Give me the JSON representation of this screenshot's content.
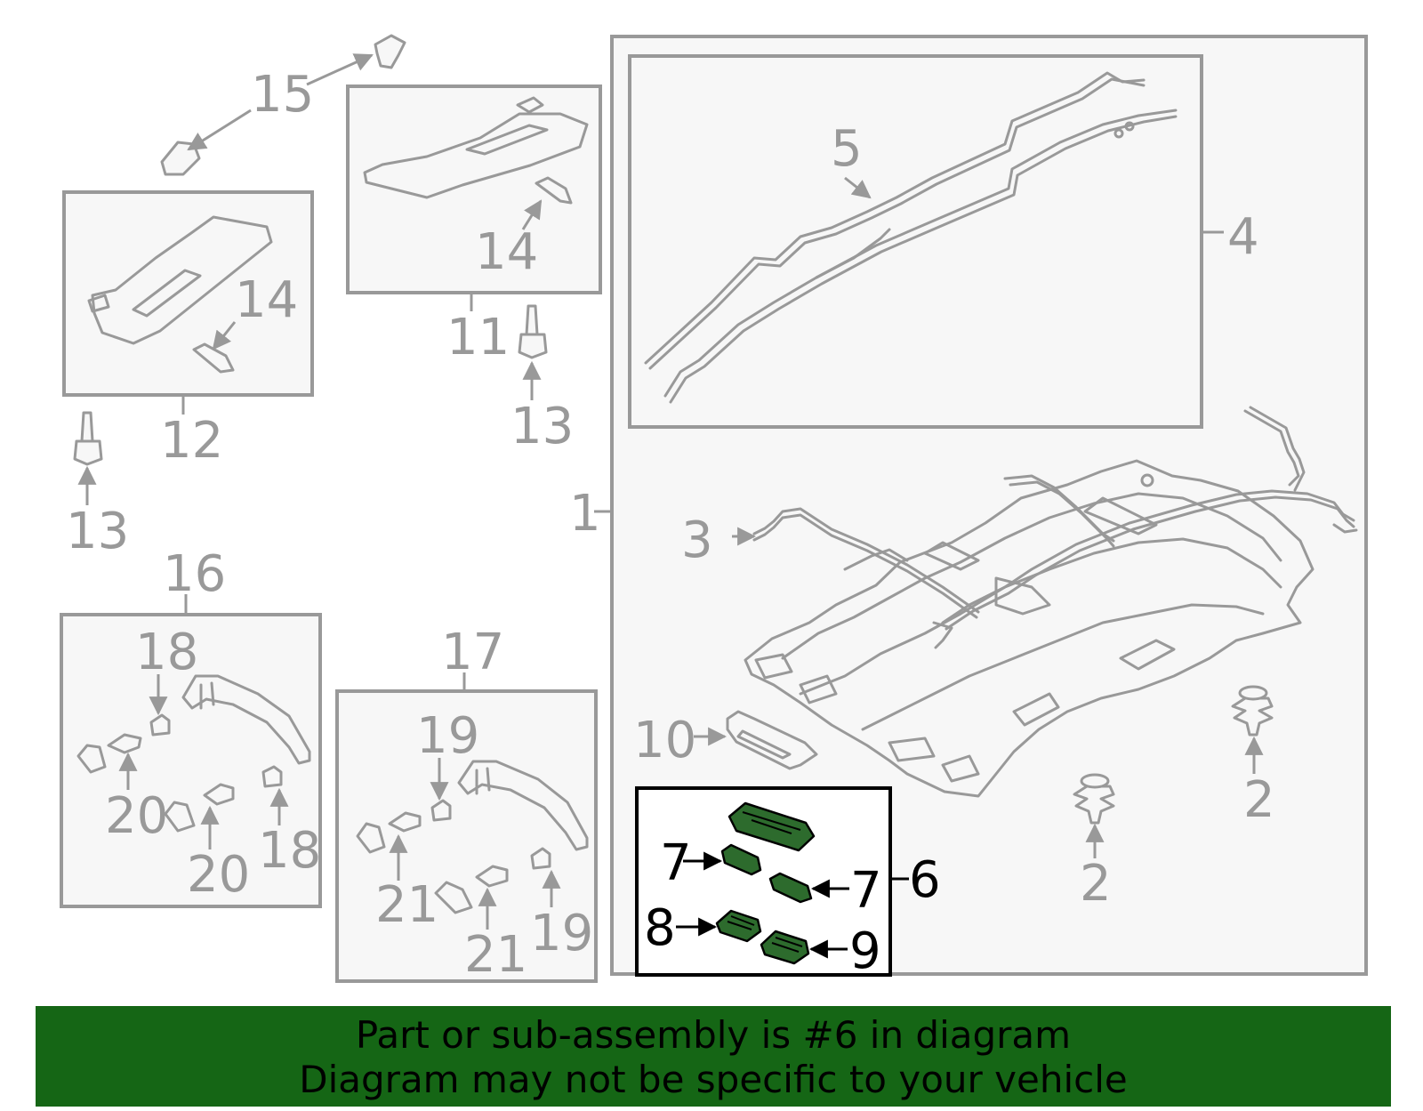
{
  "diagram": {
    "callouts": {
      "c1": "1",
      "c2a": "2",
      "c2b": "2",
      "c3": "3",
      "c4": "4",
      "c5": "5",
      "c6": "6",
      "c7a": "7",
      "c7b": "7",
      "c8": "8",
      "c9": "9",
      "c10": "10",
      "c11": "11",
      "c12": "12",
      "c13a": "13",
      "c13b": "13",
      "c14a": "14",
      "c14b": "14",
      "c15": "15",
      "c16": "16",
      "c17": "17",
      "c18a": "18",
      "c18b": "18",
      "c19a": "19",
      "c19b": "19",
      "c20a": "20",
      "c20b": "20",
      "c21a": "21",
      "c21b": "21"
    },
    "highlighted_part": "6",
    "highlight_color": "#2d6b2d"
  },
  "banner": {
    "line1": "Part or sub-assembly is #6 in diagram",
    "line2": "Diagram may not be specific to your vehicle",
    "background": "#156615"
  }
}
